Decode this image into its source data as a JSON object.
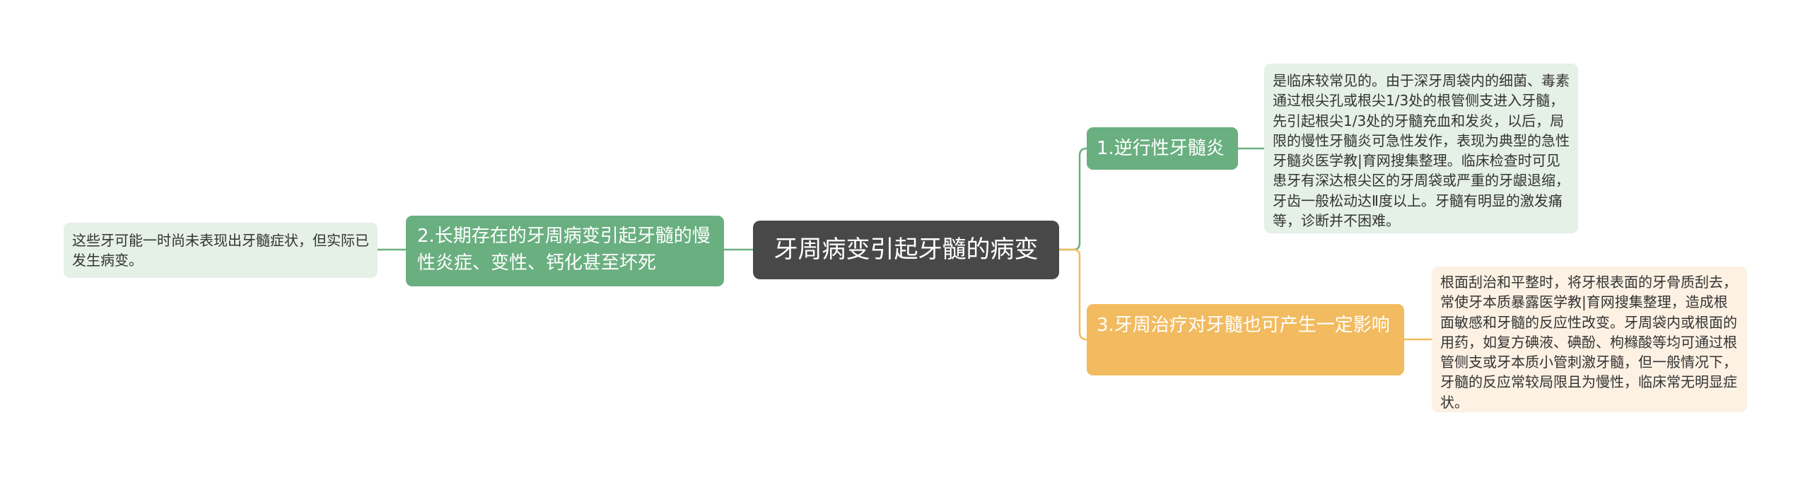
{
  "root": {
    "label": "牙周病变引起牙髓的病变"
  },
  "left_branch": {
    "label": "2.长期存在的牙周病变引起牙髓的慢性炎症、变性、钙化甚至坏死",
    "detail": "这些牙可能一时尚未表现出牙髓症状，但实际已发生病变。"
  },
  "right_branches": [
    {
      "label": "1.逆行性牙髓炎",
      "detail": "是临床较常见的。由于深牙周袋内的细菌、毒素通过根尖孔或根尖1/3处的根管侧支进入牙髓，先引起根尖1/3处的牙髓充血和发炎，以后，局限的慢性牙髓炎可急性发作，表现为典型的急性牙髓炎医学教|育网搜集整理。临床检查时可见患牙有深达根尖区的牙周袋或严重的牙龈退缩，牙齿一般松动达Ⅱ度以上。牙髓有明显的激发痛等，诊断并不困难。"
    },
    {
      "label": "3.牙周治疗对牙髓也可产生一定影响",
      "detail": "根面刮治和平整时，将牙根表面的牙骨质刮去，常使牙本质暴露医学教|育网搜集整理，造成根面敏感和牙髓的反应性改变。牙周袋内或根面的用药，如复方碘液、碘酚、枸橼酸等均可通过根管侧支或牙本质小管刺激牙髓，但一般情况下，牙髓的反应常较局限且为慢性，临床常无明显症状。"
    }
  ],
  "colors": {
    "root_bg": "#484848",
    "green_branch": "#6aaf80",
    "orange_branch": "#f2bb5f",
    "green_leaf_bg": "#e5f0e7",
    "orange_leaf_bg": "#fdf1e3",
    "green_line": "#6aaf80",
    "orange_line": "#f2bb5f"
  }
}
